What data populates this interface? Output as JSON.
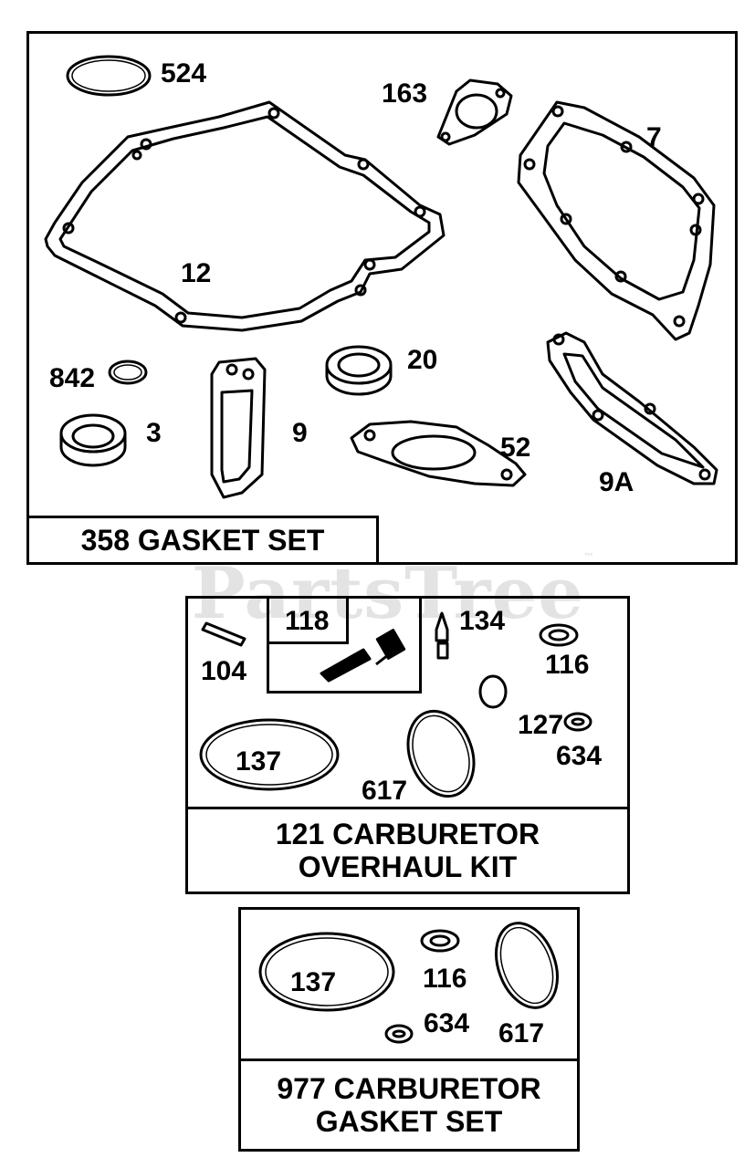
{
  "watermark": {
    "text": "PartsTree",
    "tm": "™"
  },
  "gasket_set": {
    "title": "358 GASKET SET",
    "callouts": {
      "c524": "524",
      "c163": "163",
      "c7": "7",
      "c12": "12",
      "c842": "842",
      "c20": "20",
      "c3": "3",
      "c9": "9",
      "c52": "52",
      "c9a": "9A"
    }
  },
  "carb_overhaul_kit": {
    "title_line1": "121 CARBURETOR",
    "title_line2": "OVERHAUL KIT",
    "callouts": {
      "c118": "118",
      "c134": "134",
      "c104": "104",
      "c116": "116",
      "c127": "127",
      "c137": "137",
      "c634": "634",
      "c617": "617"
    }
  },
  "carb_gasket_set": {
    "title_line1": "977 CARBURETOR",
    "title_line2": "GASKET SET",
    "callouts": {
      "c137": "137",
      "c116": "116",
      "c634": "634",
      "c617": "617"
    }
  }
}
